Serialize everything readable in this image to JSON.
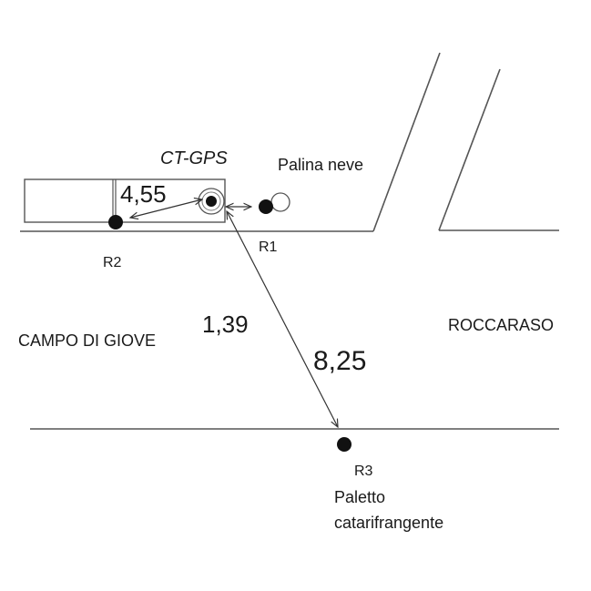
{
  "labels": {
    "ct_gps": "CT-GPS",
    "palina_neve": "Palina neve",
    "r1": "R1",
    "r2": "R2",
    "r3": "R3",
    "campo_di_giove": "CAMPO DI GIOVE",
    "roccaraso": "ROCCARASO",
    "paletto_line1": "Paletto",
    "paletto_line2": "catarifrangente"
  },
  "distances": {
    "d_r2_ct": "4,55",
    "d_ct_r1": "1,39",
    "d_ct_r3": "8,25"
  },
  "colors": {
    "line": "#555555",
    "marker": "#111111",
    "text": "#1a1a1a"
  }
}
